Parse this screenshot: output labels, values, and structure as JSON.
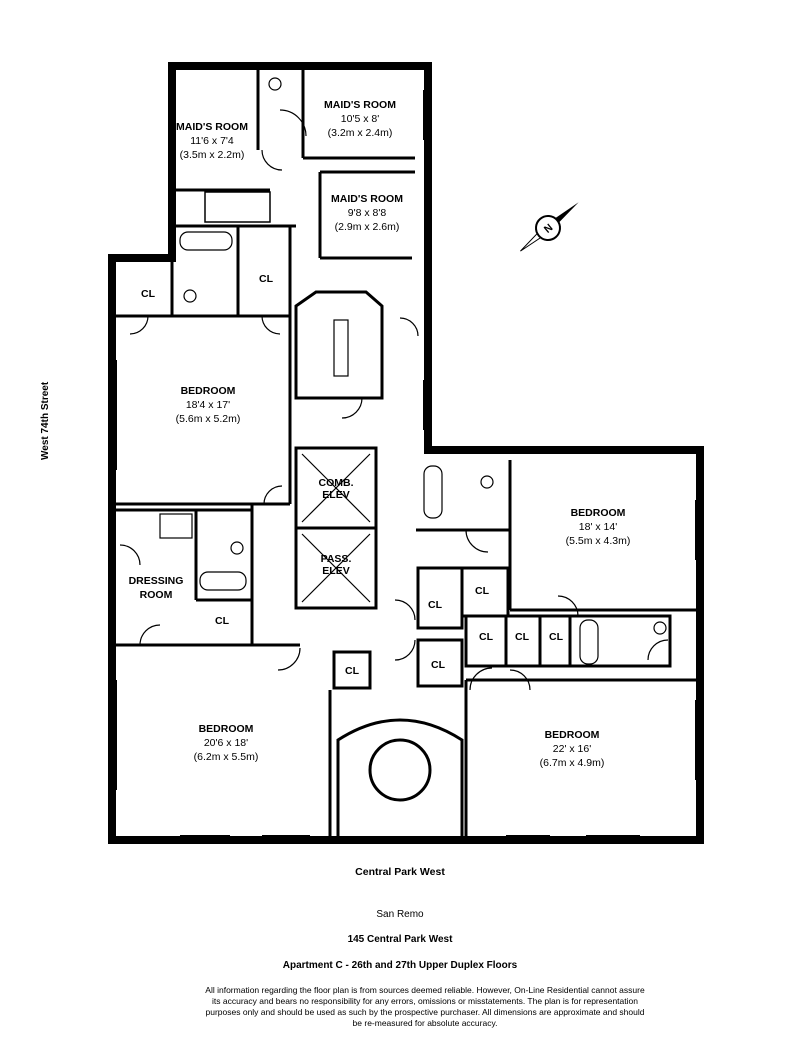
{
  "rooms": [
    {
      "name": "MAID'S ROOM",
      "dim": "11'6 x 7'4",
      "metric": "(3.5m x 2.2m)"
    },
    {
      "name": "MAID'S ROOM",
      "dim": "10'5 x 8'",
      "metric": "(3.2m x 2.4m)"
    },
    {
      "name": "MAID'S ROOM",
      "dim": "9'8 x 8'8",
      "metric": "(2.9m x 2.6m)"
    },
    {
      "name": "BEDROOM",
      "dim": "18'4 x 17'",
      "metric": "(5.6m x 5.2m)"
    },
    {
      "name": "BEDROOM",
      "dim": "18' x 14'",
      "metric": "(5.5m x 4.3m)"
    },
    {
      "name": "BEDROOM",
      "dim": "20'6 x 18'",
      "metric": "(6.2m x 5.5m)"
    },
    {
      "name": "BEDROOM",
      "dim": "22' x 16'",
      "metric": "(6.7m x 4.9m)"
    }
  ],
  "dressing": {
    "line1": "DRESSING",
    "line2": "ROOM"
  },
  "closet_label": "CL",
  "elevators": {
    "comb1": "COMB.",
    "comb2": "ELEV",
    "pass1": "PASS.",
    "pass2": "ELEV"
  },
  "compass_letter": "N",
  "street_side": "West 74th Street",
  "street_bottom": "Central Park West",
  "building": "San Remo",
  "address": "145 Central Park West",
  "apartment": "Apartment C - 26th and 27th  Upper Duplex Floors",
  "disclaimer": "All information regarding the floor plan is from sources deemed reliable.  However, On-Line Residential cannot assure its accuracy and bears no responsibility for any errors, omissions or misstatements.  The plan is for representation purposes only and should be used as such by the prospective purchaser.  All dimensions are approximate and should be re-measured for absolute accuracy."
}
